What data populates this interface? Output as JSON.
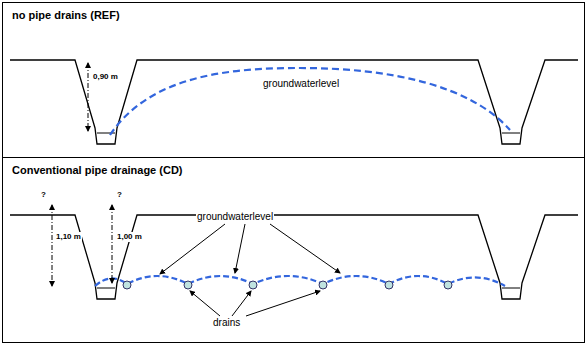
{
  "diagram": {
    "nodes": [
      {
        "text": [
          "no pipe drains (REF)"
        ]
      },
      {
        "text": [
          "Conventional pipe drainage (CD)"
        ]
      }
    ],
    "labels": [
      "0,90 m",
      "groundwaterlevel",
      "?",
      "1,10 m",
      "?",
      "1,00 m",
      "groundwaterlevel",
      "drains"
    ]
  }
}
